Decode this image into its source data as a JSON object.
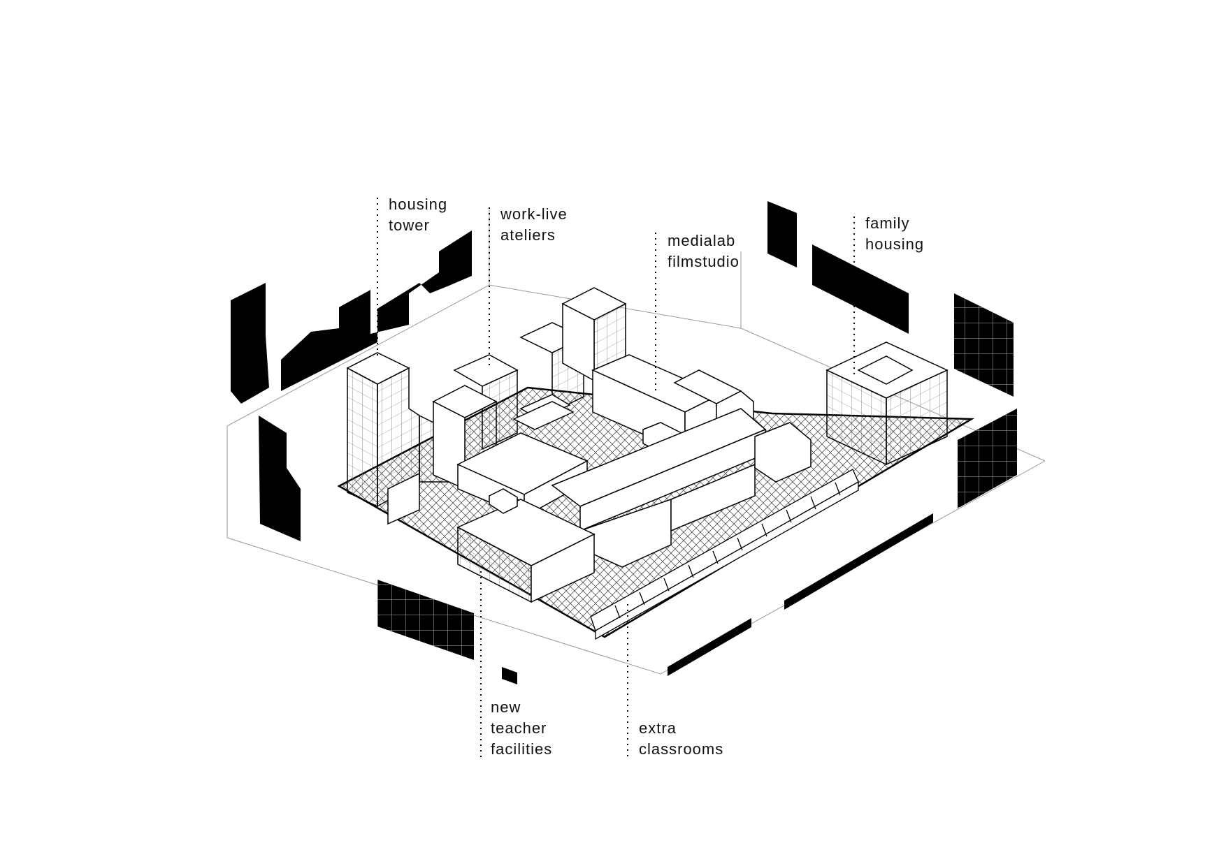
{
  "labels": {
    "housing_tower": [
      "housing",
      "tower"
    ],
    "work_live_ateliers": [
      "work-live",
      "ateliers"
    ],
    "medialab_filmstudio": [
      "medialab",
      "filmstudio"
    ],
    "family_housing": [
      "family",
      "housing"
    ],
    "new_teacher_facilities": [
      "new",
      "teacher",
      "facilities"
    ],
    "extra_classrooms": [
      "extra",
      "classrooms"
    ]
  },
  "colors": {
    "background": "#ffffff",
    "ink": "#111111",
    "elevation_fill": "#000000",
    "building_fill": "#ffffff"
  }
}
